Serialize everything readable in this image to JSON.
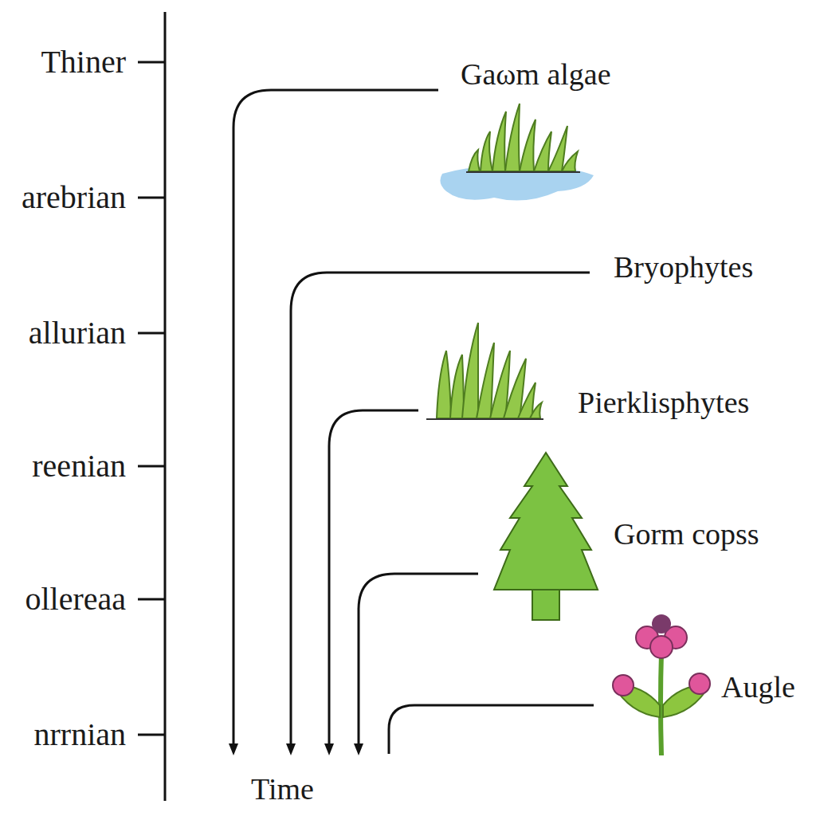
{
  "diagram": {
    "labels": [
      "Thiner",
      "arebrian",
      "allurian",
      "reenian",
      "ollereaa",
      "nrrnian",
      "Gaωm algae",
      "Bryophytes",
      "Pierklisphytes",
      "Gorm copss",
      "Augle",
      "Time"
    ]
  }
}
